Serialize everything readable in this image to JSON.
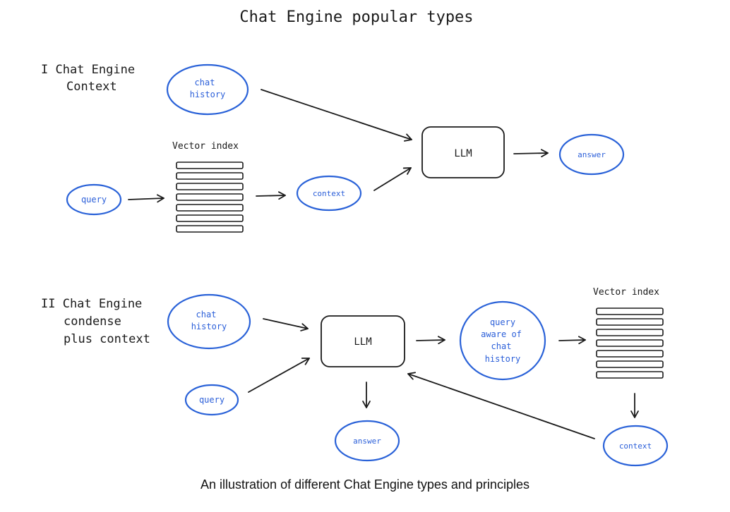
{
  "title": "Chat Engine popular types",
  "caption": "An illustration of different Chat Engine types and principles",
  "colors": {
    "ink": "#1a1a1a",
    "blue": "#2a62d8",
    "background": "#ffffff"
  },
  "section1": {
    "label_line1": "I Chat Engine",
    "label_line2": "Context",
    "chat_history_line1": "chat",
    "chat_history_line2": "history",
    "vector_index": "Vector index",
    "query": "query",
    "context": "context",
    "llm": "LLM",
    "answer": "answer"
  },
  "section2": {
    "label_line1": "II Chat Engine",
    "label_line2": "condense",
    "label_line3": "plus context",
    "chat_history_line1": "chat",
    "chat_history_line2": "history",
    "query": "query",
    "llm": "LLM",
    "aware_line1": "query",
    "aware_line2": "aware of",
    "aware_line3": "chat",
    "aware_line4": "history",
    "vector_index": "Vector index",
    "answer": "answer",
    "context": "context"
  }
}
